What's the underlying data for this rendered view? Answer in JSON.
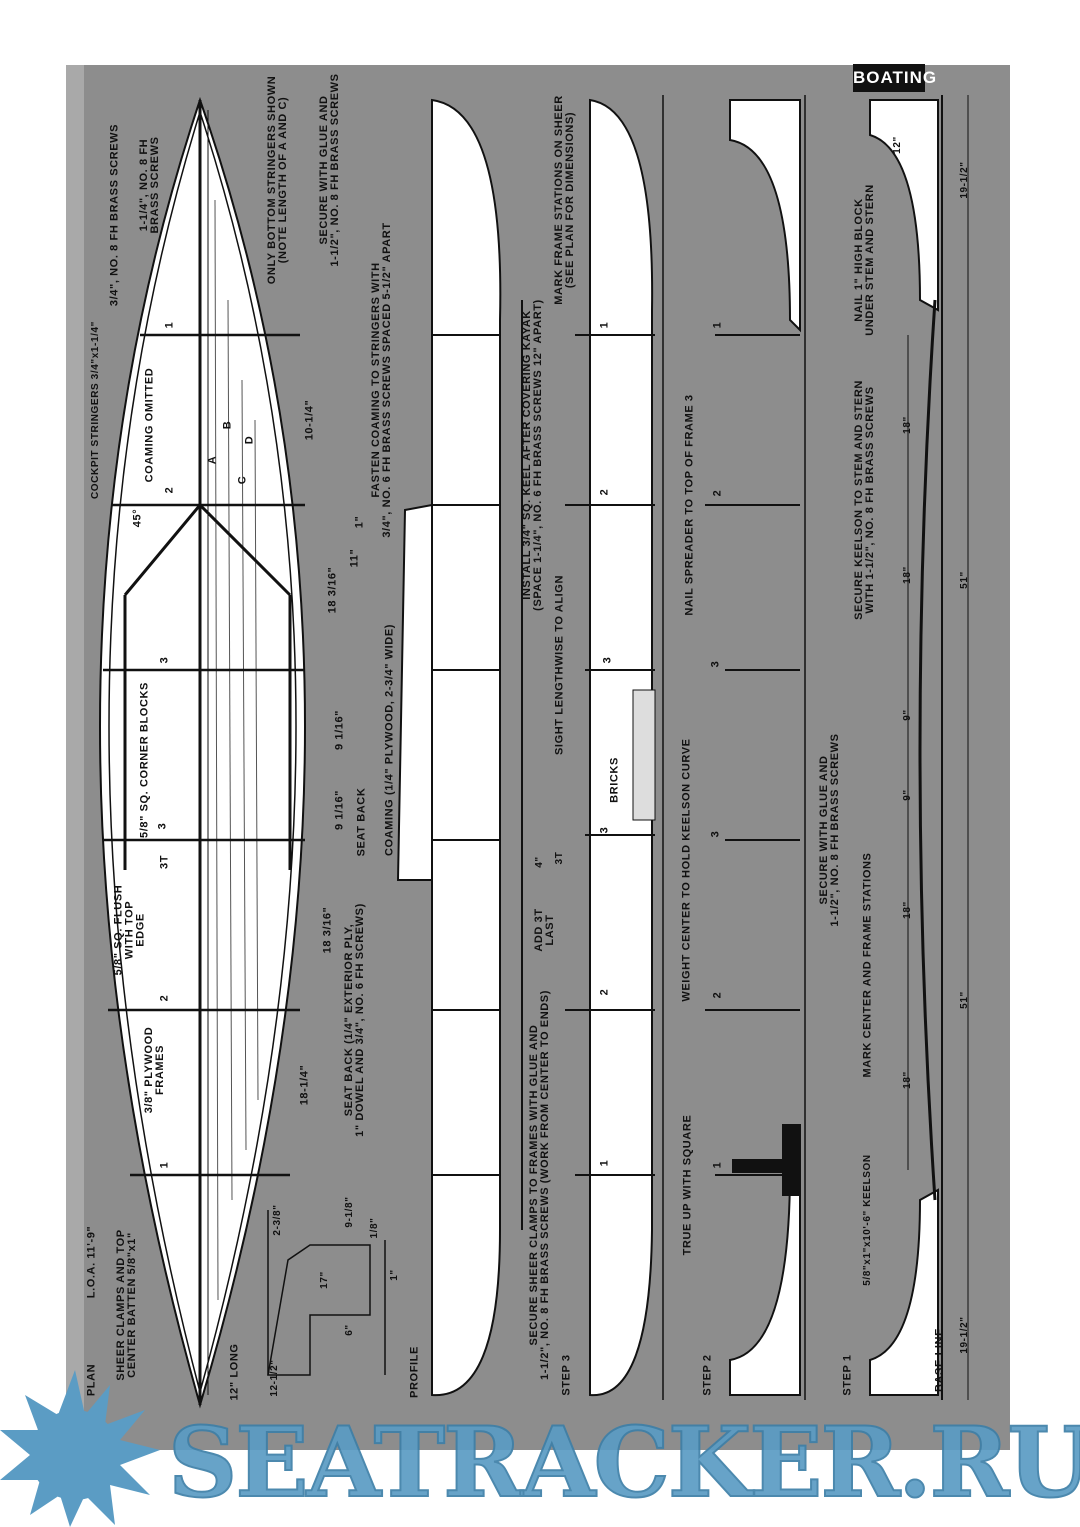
{
  "badge": "BOATING",
  "watermark": "SEATRACKER.RU",
  "colors": {
    "background": "#8d8d8d",
    "drawing": "#ffffff",
    "ink": "#111111",
    "watermark": "#5b9cc4"
  },
  "plan": {
    "title": "PLAN",
    "loa": "L.O.A. 11'-9\"",
    "sheer_clamps": "SHEER CLAMPS AND TOP\nCENTER BATTEN 5/8\"x1\"",
    "long12": "12\" LONG",
    "plywood_frames": "3/8\" PLYWOOD\nFRAMES",
    "flush": "5/8\" SQ. FLUSH\nWITH TOP\nEDGE",
    "corner_blocks": "5/8\" SQ. CORNER BLOCKS",
    "t3": "3T",
    "coaming_omitted": "COAMING OMITTED",
    "angle": "45°",
    "cockpit_stringers": "COCKPIT STRINGERS 3/4\"x1-1/4\"",
    "screws_34": "3/4\", NO. 8 FH BRASS SCREWS",
    "screws_114": "1-1/4\", NO. 8 FH\nBRASS SCREWS",
    "bottom_stringers": "ONLY BOTTOM STRINGERS SHOWN\n(NOTE LENGTH OF A AND C)",
    "secure_glue": "SECURE WITH GLUE AND\n1-1/2\", NO. 8 FH BRASS SCREWS",
    "fasten_coaming": "FASTEN COAMING TO STRINGERS WITH\n3/4\", NO. 6 FH BRASS SCREWS SPACED 5-1/2\" APART",
    "stringers": [
      "A",
      "B",
      "C",
      "D"
    ],
    "frames": [
      "1",
      "2",
      "3",
      "3",
      "2",
      "1"
    ],
    "dims": [
      "10-1/4\"",
      "1\"",
      "11\"",
      "18 3/16\"",
      "9 1/16\"",
      "9 1/16\"",
      "18 3/16\"",
      "18-1/4\""
    ],
    "seat_back": "SEAT BACK",
    "coaming": "COAMING (1/4\" PLYWOOD, 2-3/4\" WIDE)",
    "seat_back_spec": "SEAT BACK (1/4\" EXTERIOR PLY,\n1\" DOWEL AND 3/4\", NO. 6 FH SCREWS)",
    "seat_dims": [
      "2-3/8\"",
      "9-1/8\"",
      "1/8\"",
      "17\"",
      "1\"",
      "6\"",
      "12-1/2\""
    ]
  },
  "profile": {
    "title": "PROFILE"
  },
  "step3": {
    "title": "STEP 3",
    "secure_clamps": "SECURE SHEER CLAMPS TO FRAMES WITH GLUE AND\n1-1/2\", NO. 8 FH BRASS SCREWS (WORK FROM CENTER TO ENDS)",
    "add3t": "ADD 3T\nLAST",
    "dim4": "4\"",
    "t3": "3T",
    "bricks": "BRICKS",
    "sight": "SIGHT LENGTHWISE TO ALIGN",
    "install_keel": "INSTALL 3/4\" SQ. KEEL AFTER COVERING KAYAK\n(SPACE 1-1/4\", NO. 6 FH BRASS SCREWS 12\" APART)",
    "mark_stations": "MARK FRAME STATIONS ON SHEER\n(SEE PLAN FOR DIMENSIONS)",
    "frames": [
      "1",
      "2",
      "3",
      "3",
      "2",
      "1"
    ]
  },
  "step2": {
    "title": "STEP 2",
    "true_up": "TRUE UP WITH SQUARE",
    "weight": "WEIGHT CENTER TO HOLD KEELSON CURVE",
    "nail_spreader": "NAIL SPREADER TO TOP OF FRAME 3",
    "frames": [
      "1",
      "2",
      "3",
      "3",
      "2",
      "1"
    ]
  },
  "step1": {
    "title": "STEP 1",
    "base_line": "BASE LINE",
    "keelson": "5/8\"x1\"x10'-6\" KEELSON",
    "mark_center": "MARK CENTER AND FRAME STATIONS",
    "secure_glue": "SECURE WITH GLUE AND\n1-1/2\", NO. 8 FH BRASS SCREWS",
    "secure_keelson": "SECURE KEELSON TO STEM AND STERN\nWITH 1-1/2\", NO. 8 FH BRASS SCREWS",
    "nail_block": "NAIL 1\" HIGH BLOCK\nUNDER STEM AND STERN",
    "dim12": "12\"",
    "station_dims": [
      "18\"",
      "18\"",
      "9\"",
      "9\"",
      "18\"",
      "18\""
    ],
    "half_lengths": [
      "51\"",
      "51\""
    ],
    "end_dims": [
      "19-1/2\"",
      "19-1/2\""
    ]
  }
}
